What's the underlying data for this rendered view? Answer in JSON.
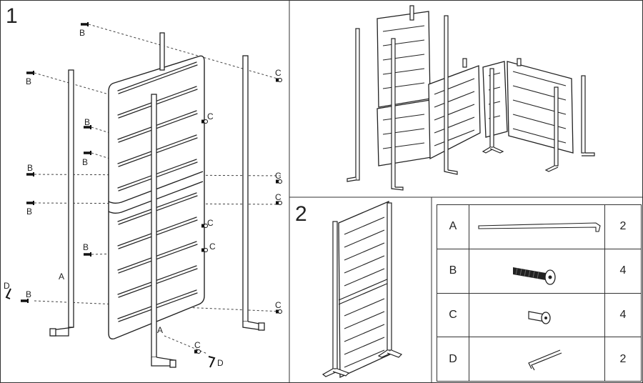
{
  "steps": {
    "step1": "1",
    "step2": "2"
  },
  "step1_labels": {
    "a1": "A",
    "a2": "A",
    "b": "B",
    "c": "C",
    "d": "D"
  },
  "parts": [
    {
      "letter": "A",
      "qty": "2",
      "icon": "long-rod-icon"
    },
    {
      "letter": "B",
      "qty": "4",
      "icon": "threaded-bolt-icon"
    },
    {
      "letter": "C",
      "qty": "4",
      "icon": "barrel-nut-icon"
    },
    {
      "letter": "D",
      "qty": "2",
      "icon": "hex-key-icon"
    }
  ]
}
